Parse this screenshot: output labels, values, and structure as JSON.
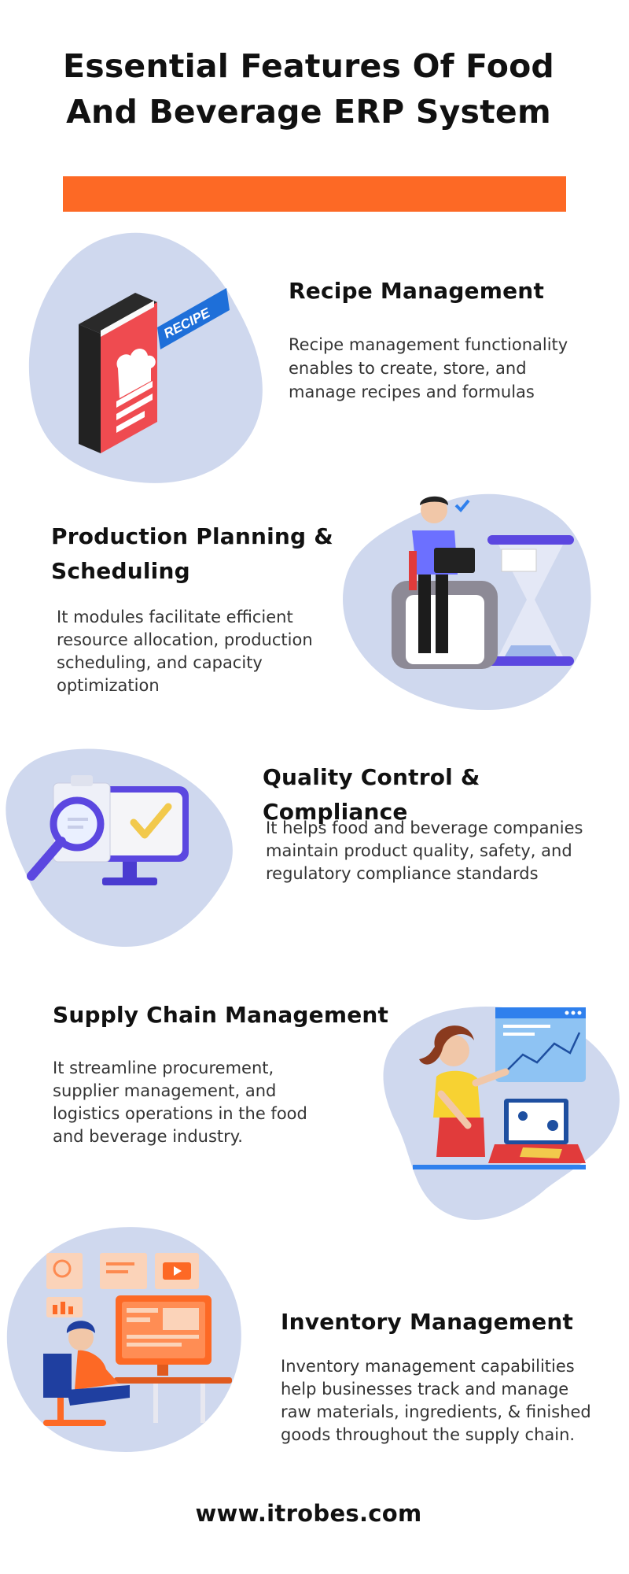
{
  "title": {
    "line1": "Essential Features Of Food",
    "line2": "And Beverage ERP System"
  },
  "features": [
    {
      "heading": "Recipe Management",
      "description": "Recipe management functionality enables to create, store, and manage recipes and formulas",
      "illustration": "recipe-book-icon",
      "badge": "RECIPE"
    },
    {
      "heading_line1": "Production Planning &",
      "heading_line2": "Scheduling",
      "description": "It modules facilitate efficient resource allocation, production scheduling, and capacity optimization",
      "illustration": "person-laptop-hourglass-icon"
    },
    {
      "heading": "Quality Control & Compliance",
      "description": "It helps food and beverage companies maintain product quality, safety, and regulatory compliance standards",
      "illustration": "magnifier-checklist-icon"
    },
    {
      "heading": "Supply Chain Management",
      "description": "It streamline procurement, supplier management, and logistics operations in the food and beverage industry.",
      "illustration": "woman-analytics-icon"
    },
    {
      "heading": "Inventory Management",
      "description": "Inventory management capabilities help businesses track and manage raw materials, ingredients, & finished goods throughout the supply chain.",
      "illustration": "worker-dashboard-icon"
    }
  ],
  "footer": {
    "url": "www.itrobes.com"
  },
  "colors": {
    "accent": "#fd6925",
    "blob": "#cfd8ee",
    "text": "#111111",
    "purple": "#5b47e0",
    "red": "#ef4b50",
    "blue": "#2f80ed"
  }
}
